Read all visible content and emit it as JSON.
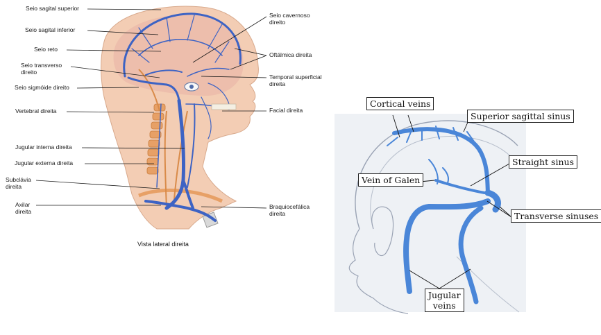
{
  "left_figure": {
    "caption": "Vista lateral direita",
    "labels_left": [
      {
        "id": "seio-sagital-superior",
        "lines": [
          "Seio sagital superior"
        ]
      },
      {
        "id": "seio-sagital-inferior",
        "lines": [
          "Seio sagital inferior"
        ]
      },
      {
        "id": "seio-reto",
        "lines": [
          "Seio reto"
        ]
      },
      {
        "id": "seio-transverso-direito",
        "lines": [
          "Seio transverso",
          "direito"
        ]
      },
      {
        "id": "seio-sigmoide-direito",
        "lines": [
          "Seio sigmóide direito"
        ]
      },
      {
        "id": "vertebral-direita",
        "lines": [
          "Vertebral direita"
        ]
      },
      {
        "id": "jugular-interna-direita",
        "lines": [
          "Jugular interna direita"
        ]
      },
      {
        "id": "jugular-externa-direita",
        "lines": [
          "Jugular externa direita"
        ]
      },
      {
        "id": "subclavia-direita",
        "lines": [
          "Subclávia",
          "direita"
        ]
      },
      {
        "id": "axilar-direita",
        "lines": [
          "Axilar",
          "direita"
        ]
      }
    ],
    "labels_right": [
      {
        "id": "seio-cavernoso-direito",
        "lines": [
          "Seio cavernoso",
          "direito"
        ]
      },
      {
        "id": "oftalmica-direita",
        "lines": [
          "Oftálmica direita"
        ]
      },
      {
        "id": "temporal-superficial-direita",
        "lines": [
          "Temporal superficial",
          "direita"
        ]
      },
      {
        "id": "facial-direita",
        "lines": [
          "Facial direita"
        ]
      },
      {
        "id": "braquiocefalica-direita",
        "lines": [
          "Braquiocefálica",
          "direita"
        ]
      }
    ]
  },
  "right_figure": {
    "labels": {
      "cortical_veins": "Cortical veins",
      "superior_sagittal_sinus": "Superior sagittal sinus",
      "straight_sinus": "Straight sinus",
      "vein_of_galen": "Vein of Galen",
      "transverse_sinuses": "Transverse sinuses",
      "jugular_veins_line1": "Jugular",
      "jugular_veins_line2": "veins"
    }
  },
  "colors": {
    "vein_blue": "#3d63c4",
    "artery_orange": "#d98b4a",
    "skin": "#f3cdb4",
    "right_vein_blue": "#4a86d8",
    "right_bg": "#eef1f5"
  }
}
